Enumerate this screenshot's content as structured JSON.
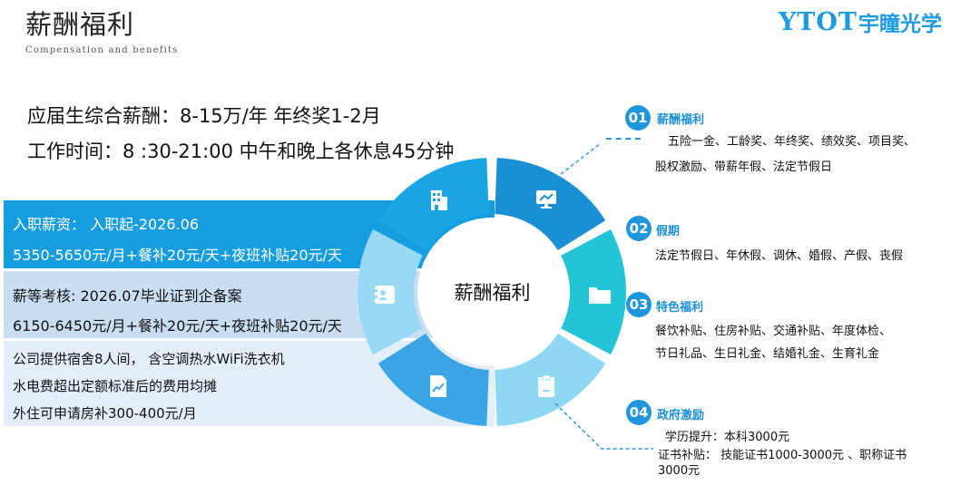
{
  "header": {
    "title": "薪酬福利",
    "subtitle": "Compensation and benefits",
    "logo_latin": "YTOT",
    "logo_cn": "宇瞳光学"
  },
  "summary": {
    "line1": "应届生综合薪酬：8-15万/年 年终奖1-2月",
    "line2": "工作时间：8 :30-21:00  中午和晚上各休息45分钟"
  },
  "bands": {
    "entry": {
      "line1": "入职薪资： 入职起-2026.06",
      "line2": "5350-5650元/月+餐补20元/天+夜班补贴20元/天"
    },
    "review": {
      "line1": "薪等考核: 2026.07毕业证到企备案",
      "line2": "6150-6450元/月+餐补20元/天+夜班补贴20元/天"
    },
    "housing": {
      "line1": "公司提供宿舍8人间， 含空调热水WiFi洗衣机",
      "line2": "水电费超出定额标准后的费用均摊",
      "line3": "外住可申请房补300-400元/月"
    }
  },
  "donut": {
    "center_label": "薪酬福利",
    "segment_colors": [
      "#1a8fd4",
      "#22c4d6",
      "#8ed8f3",
      "#3aa6e6",
      "#9ad9f6",
      "#1aa6e4"
    ],
    "icons": [
      "monitor-chart-icon",
      "folder-icon",
      "clipboard-icon",
      "trend-doc-icon",
      "id-card-icon",
      "building-icon"
    ]
  },
  "sections": [
    {
      "num": "01",
      "title": "薪酬福利",
      "lines": [
        "五险一金、工龄奖、年终奖、绩效奖、项目奖、",
        "股权激励、带薪年假、法定节假日"
      ]
    },
    {
      "num": "02",
      "title": "假期",
      "lines": [
        "法定节假日、年休假、调休、婚假、产假、丧假"
      ]
    },
    {
      "num": "03",
      "title": "特色福利",
      "lines": [
        "餐饮补贴、住房补贴、交通补贴、年度体检、",
        "节日礼品、生日礼金、结婚礼金、生育礼金"
      ]
    },
    {
      "num": "04",
      "title": "政府激励",
      "lines": [
        "学历提升：本科3000元",
        "证书补贴： 技能证书1000-3000元 、职称证书",
        "3000元"
      ]
    }
  ]
}
